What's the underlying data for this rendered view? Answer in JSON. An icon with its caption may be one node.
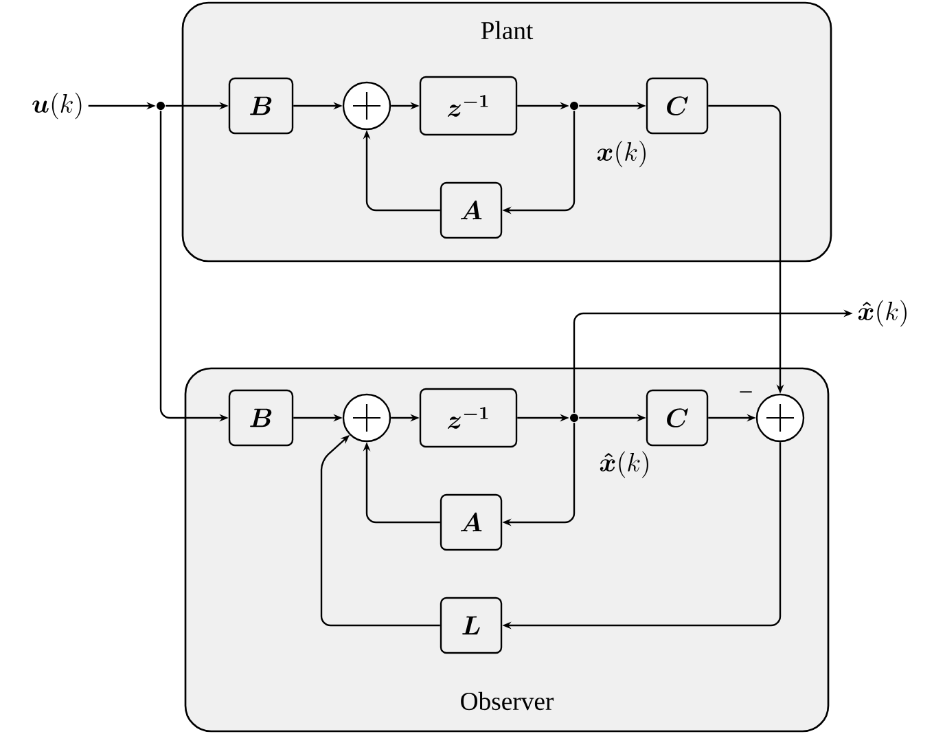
{
  "diagram": {
    "nodes": [
      {
        "text": [
          "Plant"
        ]
      },
      {
        "text": [
          "\\boldsymbol{B}"
        ],
        "in": 0
      },
      {
        "text": [],
        "shape": "circle",
        "in": 0
      },
      {
        "text": [
          "\\boldsymbol{z^{-1}}"
        ],
        "in": 0
      },
      {
        "text": [],
        "shape": "dot",
        "in": 0
      },
      {
        "text": [
          "\\boldsymbol{C}"
        ],
        "in": 0
      },
      {
        "text": [
          "\\boldsymbol{A}"
        ],
        "in": 0
      },
      {
        "text": [
          "Observer"
        ]
      },
      {
        "text": [
          "\\boldsymbol{B}"
        ],
        "in": 7
      },
      {
        "text": [],
        "shape": "circle",
        "in": 7
      },
      {
        "text": [
          "\\boldsymbol{z^{-1}}"
        ],
        "in": 7
      },
      {
        "text": [],
        "shape": "dot",
        "in": 7
      },
      {
        "text": [
          "\\boldsymbol{C}"
        ],
        "in": 7
      },
      {
        "text": [],
        "shape": "circle",
        "in": 7
      },
      {
        "text": [
          "\\boldsymbol{A}"
        ],
        "in": 7
      },
      {
        "text": [
          "\\boldsymbol{L}"
        ],
        "in": 7
      },
      {
        "text": [
          "\\boldsymbol{u}(k)"
        ]
      },
      {
        "text": [],
        "shape": "dot"
      },
      {
        "text": [
          "\\boldsymbol{\\hat{x}}(k)"
        ]
      }
    ],
    "edges": [
      {
        "from": 16,
        "to": 17,
        "arrow": "to"
      },
      {
        "from": 17,
        "to": 1,
        "arrow": "to"
      },
      {
        "from": 1,
        "to": 2,
        "arrow": "to"
      },
      {
        "from": 2,
        "to": 3,
        "arrow": "to"
      },
      {
        "from": 3,
        "to": 4,
        "arrow": "to"
      },
      {
        "from": 4,
        "to": 5,
        "arrow": "to"
      },
      {
        "from": 4,
        "to": 6,
        "arrow": "to"
      },
      {
        "from": 6,
        "to": 2,
        "arrow": "to"
      },
      {
        "from": 5,
        "to": 13,
        "arrow": "to"
      },
      {
        "from": 17,
        "to": 8,
        "arrow": "to"
      },
      {
        "from": 8,
        "to": 9,
        "arrow": "to"
      },
      {
        "from": 9,
        "to": 10,
        "arrow": "to"
      },
      {
        "from": 10,
        "to": 11,
        "arrow": "to"
      },
      {
        "from": 11,
        "to": 12,
        "arrow": "to"
      },
      {
        "from": 12,
        "to": 13,
        "arrow": "to",
        "label": "−"
      },
      {
        "from": 11,
        "to": 14,
        "arrow": "to"
      },
      {
        "from": 14,
        "to": 9,
        "arrow": "to"
      },
      {
        "from": 13,
        "to": 15,
        "arrow": "to"
      },
      {
        "from": 15,
        "to": 9,
        "arrow": "to"
      },
      {
        "from": 11,
        "to": 18,
        "arrow": "to"
      }
    ],
    "labels": [
      "\\boldsymbol{x}(k)",
      "\\boldsymbol{\\hat{x}}(k)"
    ]
  }
}
